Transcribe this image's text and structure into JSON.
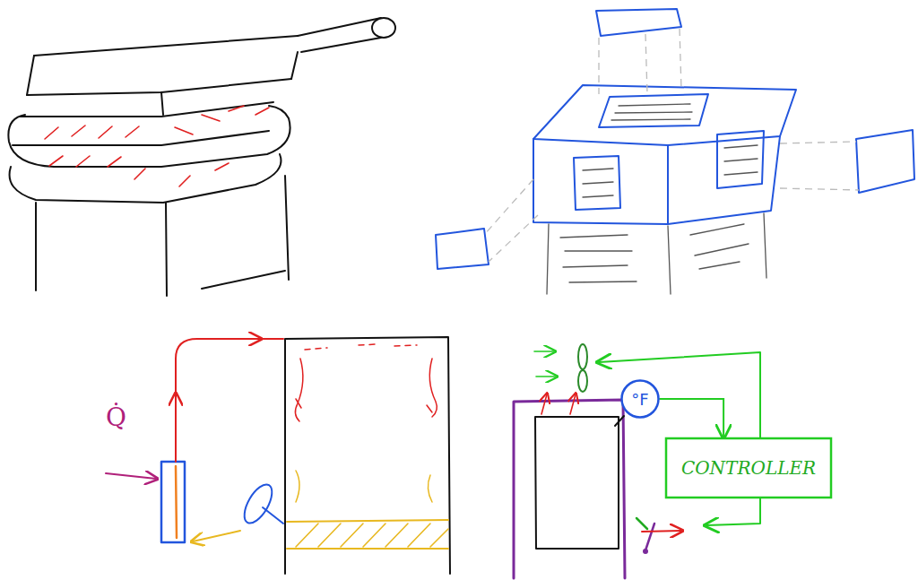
{
  "diagram": {
    "nodes": [
      {
        "text": [
          "°F"
        ]
      },
      {
        "text": [
          "CONTROLLER"
        ]
      }
    ],
    "edges": [
      {
        "from": 0,
        "to": 1,
        "arrow": "to"
      }
    ],
    "labels": [
      "Q̇"
    ]
  }
}
